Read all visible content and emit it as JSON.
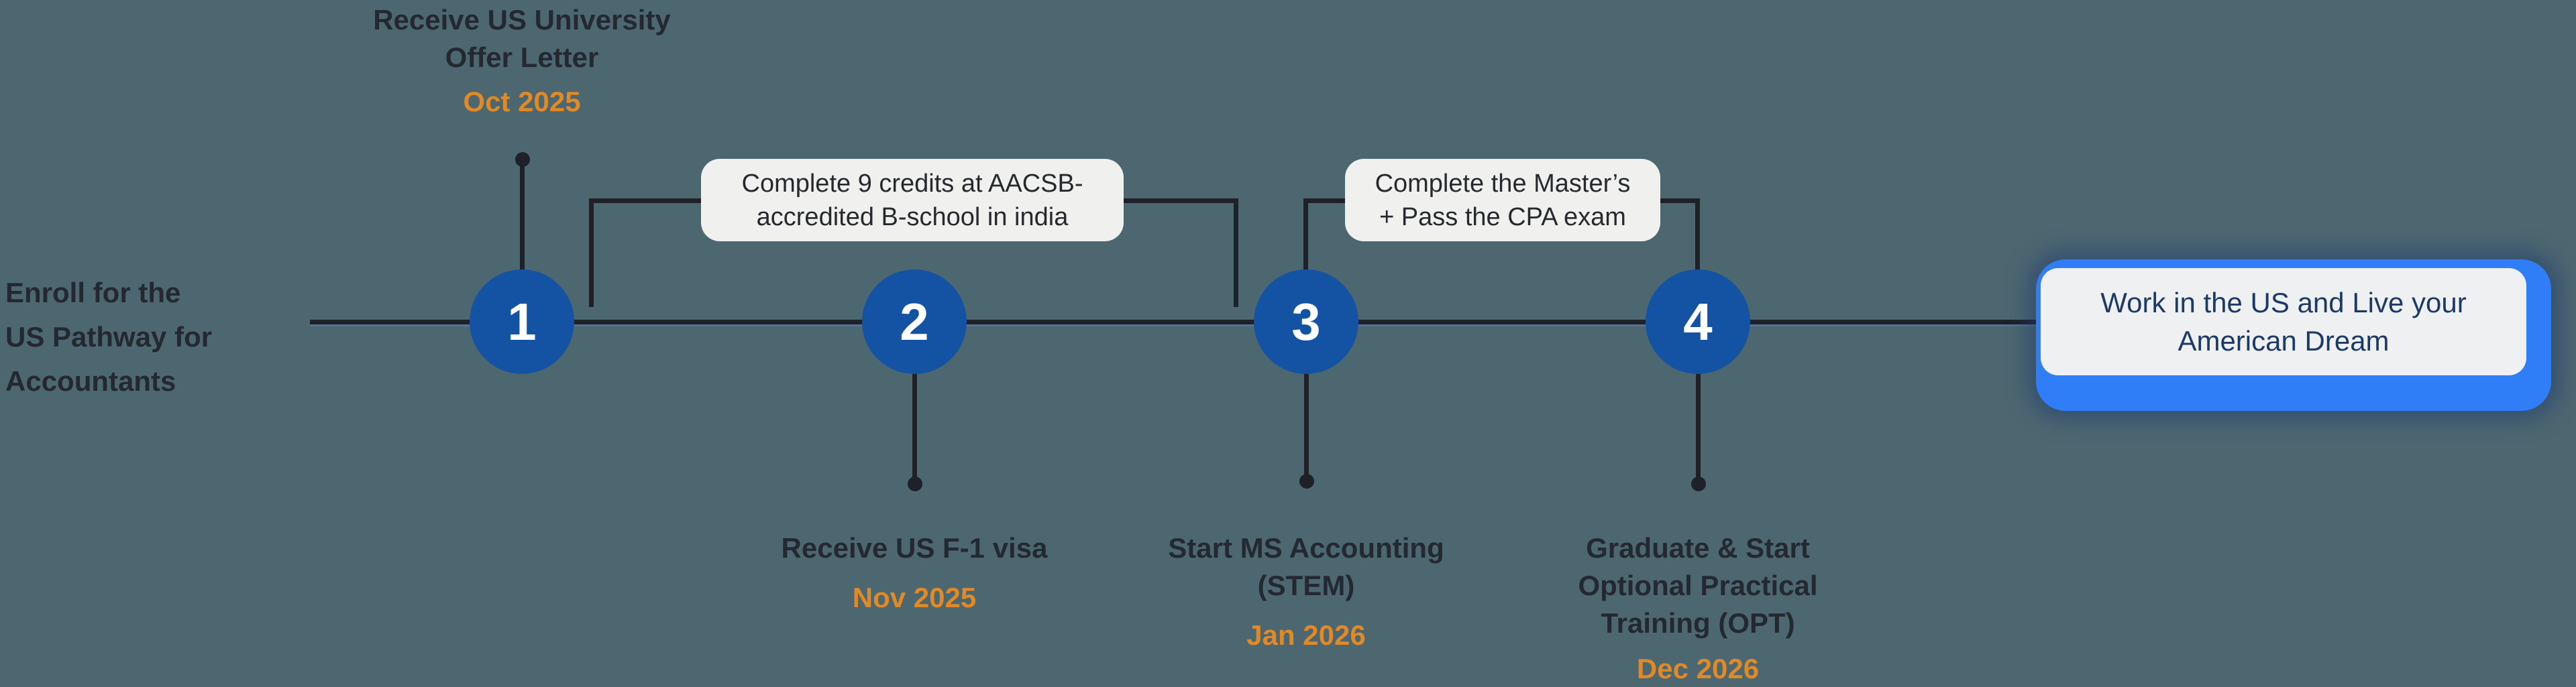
{
  "colors": {
    "background": "#4d6771",
    "line": "#1f2028",
    "circle_fill": "#1452a3",
    "circle_number": "#ffffff",
    "heading_text": "#232831",
    "date_text": "#e08927",
    "callout_bg": "#f0f0ee",
    "callout_text": "#26292e",
    "end_box_fill": "#2f7ef7",
    "end_box_panel": "#eef0f2",
    "end_box_text": "#1d3a66"
  },
  "start_label": {
    "line1": "Enroll for the",
    "line2": "US Pathway for",
    "line3": "Accountants"
  },
  "steps": [
    {
      "number": "1",
      "title_line1": "Receive US University",
      "title_line2": "Offer Letter",
      "date": "Oct 2025"
    },
    {
      "number": "2",
      "title_line1": "Receive US F-1 visa",
      "date": "Nov 2025"
    },
    {
      "number": "3",
      "title_line1": "Start MS Accounting",
      "title_line2": "(STEM)",
      "date": "Jan 2026"
    },
    {
      "number": "4",
      "title_line1": "Graduate & Start",
      "title_line2": "Optional Practical",
      "title_line3": "Training (OPT)",
      "date": "Dec 2026"
    }
  ],
  "callouts": [
    {
      "line1": "Complete 9 credits at AACSB-",
      "line2": "accredited B-school in india"
    },
    {
      "line1": "Complete the Master’s",
      "line2": "+ Pass the CPA exam"
    }
  ],
  "end_box": {
    "line1": "Work in the US and Live your",
    "line2": "American Dream"
  }
}
